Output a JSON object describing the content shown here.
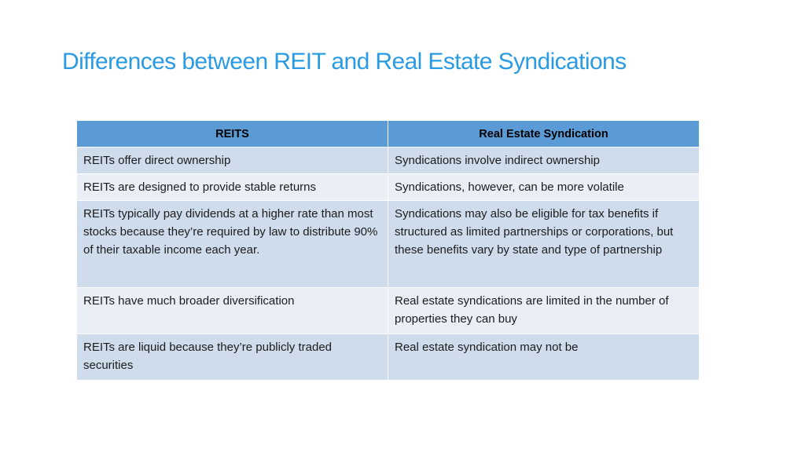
{
  "slide": {
    "title": "Differences between REIT and Real Estate Syndications"
  },
  "table": {
    "headers": [
      "REITS",
      "Real Estate Syndication"
    ],
    "rows": [
      [
        "REITs offer direct ownership",
        "Syndications involve indirect ownership"
      ],
      [
        "REITs are designed to provide stable returns",
        "Syndications, however, can be more volatile"
      ],
      [
        "REITs typically pay dividends at a higher rate than most stocks because they’re required by law to distribute 90% of their taxable income each year.",
        "Syndications may also be eligible for tax benefits if structured as limited partnerships or corporations, but these benefits vary by state and type of partnership"
      ],
      [
        "REITs have much broader diversification",
        "Real estate syndications are limited in the number of properties they can buy"
      ],
      [
        "REITs are liquid because they’re publicly traded securities",
        "Real estate syndication may not be"
      ]
    ]
  },
  "colors": {
    "title": "#2a9be3",
    "header_bg": "#5b9bd5",
    "row_odd_bg": "#cfdcec",
    "row_even_bg": "#e9eef7"
  }
}
